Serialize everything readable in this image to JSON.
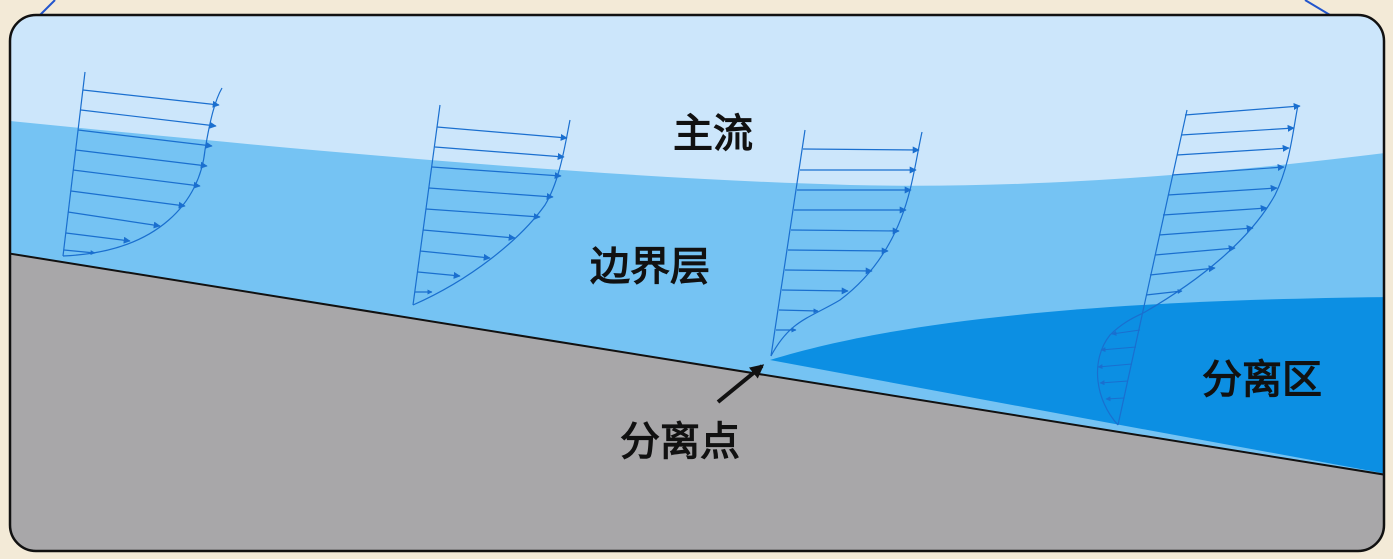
{
  "labels": {
    "main_flow": "主流",
    "boundary_layer": "边界层",
    "separation_region": "分离区",
    "separation_point": "分离点"
  },
  "colors": {
    "background": "#f3ead7",
    "main_flow": "#cce6fb",
    "boundary_layer": "#75c3f3",
    "separation_region": "#0c8fe3",
    "wall": "#a8a7a9",
    "arrow": "#1a6fcf",
    "outline": "#111111"
  }
}
